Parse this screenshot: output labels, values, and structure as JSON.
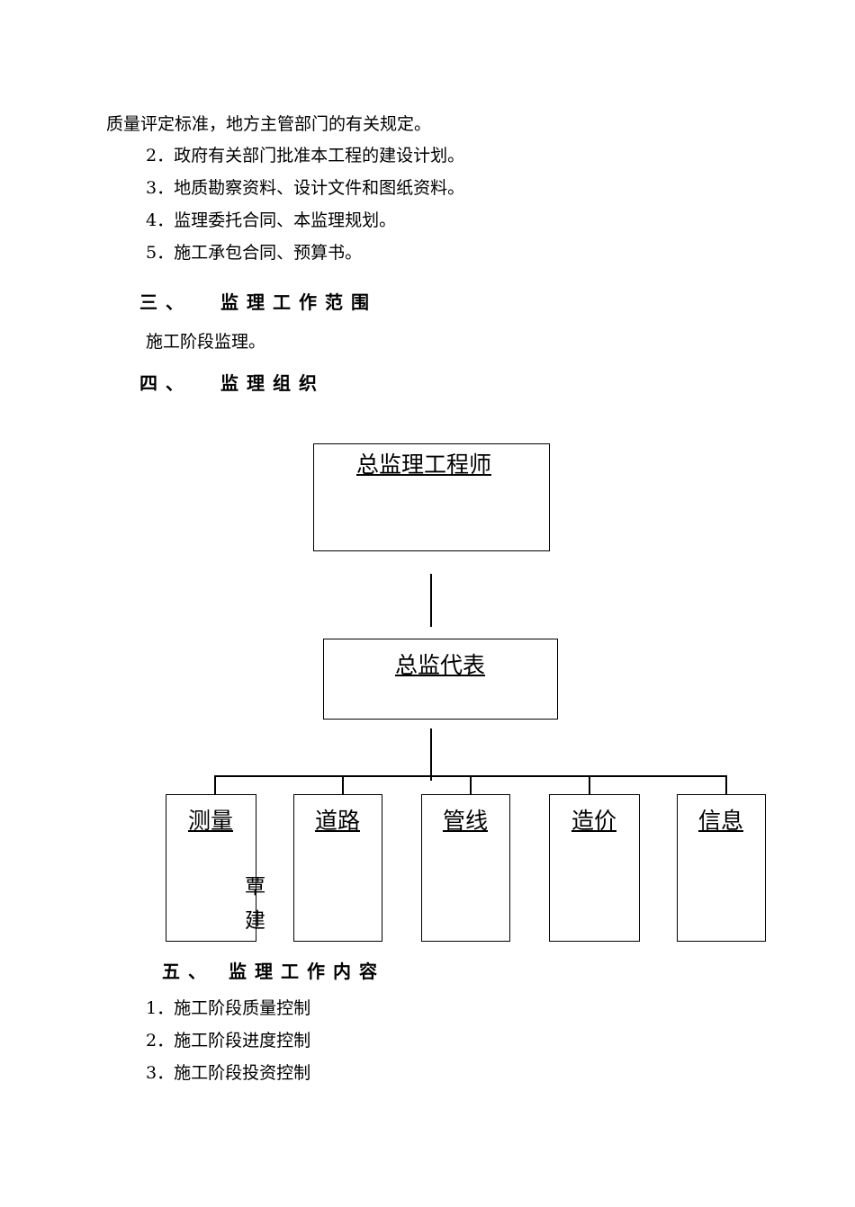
{
  "intro_line": "质量评定标准，地方主管部门的有关规定。",
  "basis_items": [
    "2．政府有关部门批准本工程的建设计划。",
    "3．地质勘察资料、设计文件和图纸资料。",
    "4．监理委托合同、本监理规划。",
    "5．施工承包合同、预算书。"
  ],
  "section3": {
    "num": "三、",
    "title": "监理工作范围",
    "body": "施工阶段监理。"
  },
  "section4": {
    "num": "四、",
    "title": "监理组织"
  },
  "org": {
    "top": "总监理工程师",
    "deputy": "总监代表",
    "depts": [
      "测量",
      "道路",
      "管线",
      "造价",
      "信息"
    ],
    "stray": [
      "覃",
      "建"
    ]
  },
  "section5": {
    "title": "五、 监理工作内容",
    "items": [
      "1．施工阶段质量控制",
      "2．施工阶段进度控制",
      "3．施工阶段投资控制"
    ]
  }
}
